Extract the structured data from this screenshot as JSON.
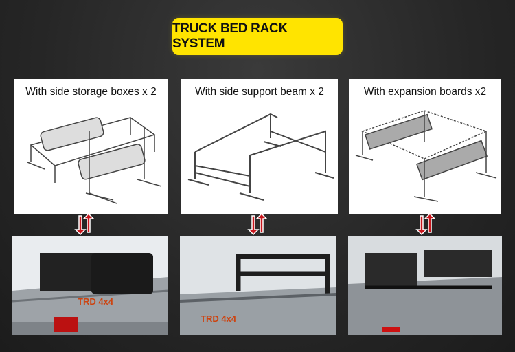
{
  "title": "TRUCK BED RACK SYSTEM",
  "options": [
    {
      "label": "With side storage boxes x 2",
      "photo_badge": "TRD 4x4"
    },
    {
      "label": "With side support beam x 2",
      "photo_badge": "TRD 4x4"
    },
    {
      "label": "With expansion boards x2",
      "photo_badge": ""
    }
  ],
  "colors": {
    "accent": "#ffe400",
    "arrow": "#c8161d",
    "background": "#262626"
  }
}
